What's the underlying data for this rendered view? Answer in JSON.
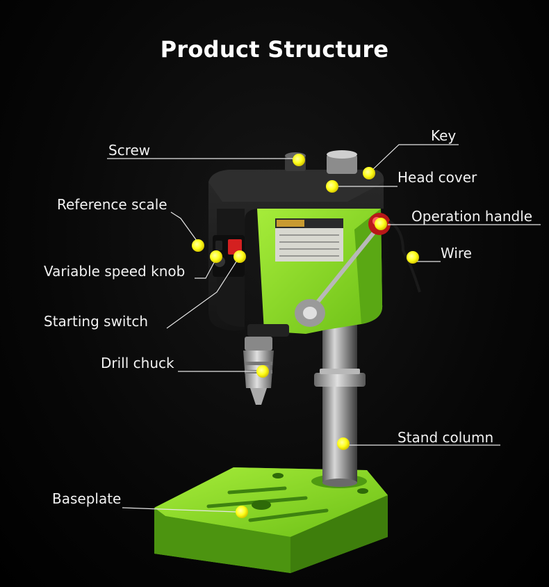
{
  "title": "Product Structure",
  "labels": {
    "screw": "Screw",
    "key": "Key",
    "head_cover": "Head cover",
    "reference_scale": "Reference scale",
    "operation_handle": "Operation handle",
    "wire": "Wire",
    "variable_speed_knob": "Variable speed knob",
    "starting_switch": "Starting switch",
    "drill_chuck": "Drill chuck",
    "stand_column": "Stand column",
    "baseplate": "Baseplate"
  },
  "colors": {
    "background": "#000000",
    "machine_green": "#8fdc2a",
    "head_black": "#1c1c1c",
    "switch_red": "#d42020",
    "marker_yellow": "#ffff1a",
    "leader_line": "#e6e6e6"
  }
}
